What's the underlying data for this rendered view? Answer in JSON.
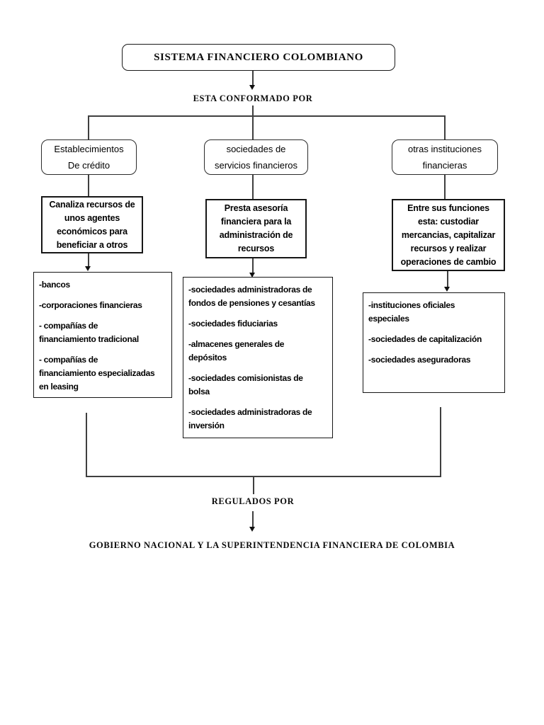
{
  "colors": {
    "background": "#ffffff",
    "line": "#3f3f3f",
    "box_border": "#1a1a1a",
    "text": "#000000"
  },
  "header": {
    "title": "SISTEMA FINANCIERO COLOMBIANO",
    "subtitle": "ESTA CONFORMADO POR"
  },
  "branches": [
    {
      "label": "Establecimientos\nDe crédito",
      "description": "Canaliza recursos de\nunos agentes\neconómicos para\nbeneficiar a otros",
      "items": [
        "-bancos",
        "-corporaciones financieras",
        "- compañías de\nfinanciamiento tradicional",
        "- compañías de\nfinanciamiento especializadas\nen leasing"
      ]
    },
    {
      "label": "sociedades de\nservicios financieros",
      "description": "Presta asesoría\nfinanciera para la\nadministración de\nrecursos",
      "items": [
        "-sociedades administradoras de\nfondos de pensiones y cesantías",
        "-sociedades fiduciarias",
        "-almacenes generales de\ndepósitos",
        "-sociedades comisionistas de\nbolsa",
        "-sociedades administradoras de\ninversión"
      ]
    },
    {
      "label": "otras instituciones\nfinancieras",
      "description": "Entre sus funciones\nesta: custodiar\nmercancias, capitalizar\nrecursos y realizar\noperaciones de cambio",
      "items": [
        "-instituciones oficiales\nespeciales",
        "-sociedades de capitalización",
        "-sociedades aseguradoras"
      ]
    }
  ],
  "footer": {
    "regulated_by": "REGULADOS POR",
    "regulator": "GOBIERNO NACIONAL Y LA SUPERINTENDENCIA FINANCIERA DE COLOMBIA"
  }
}
